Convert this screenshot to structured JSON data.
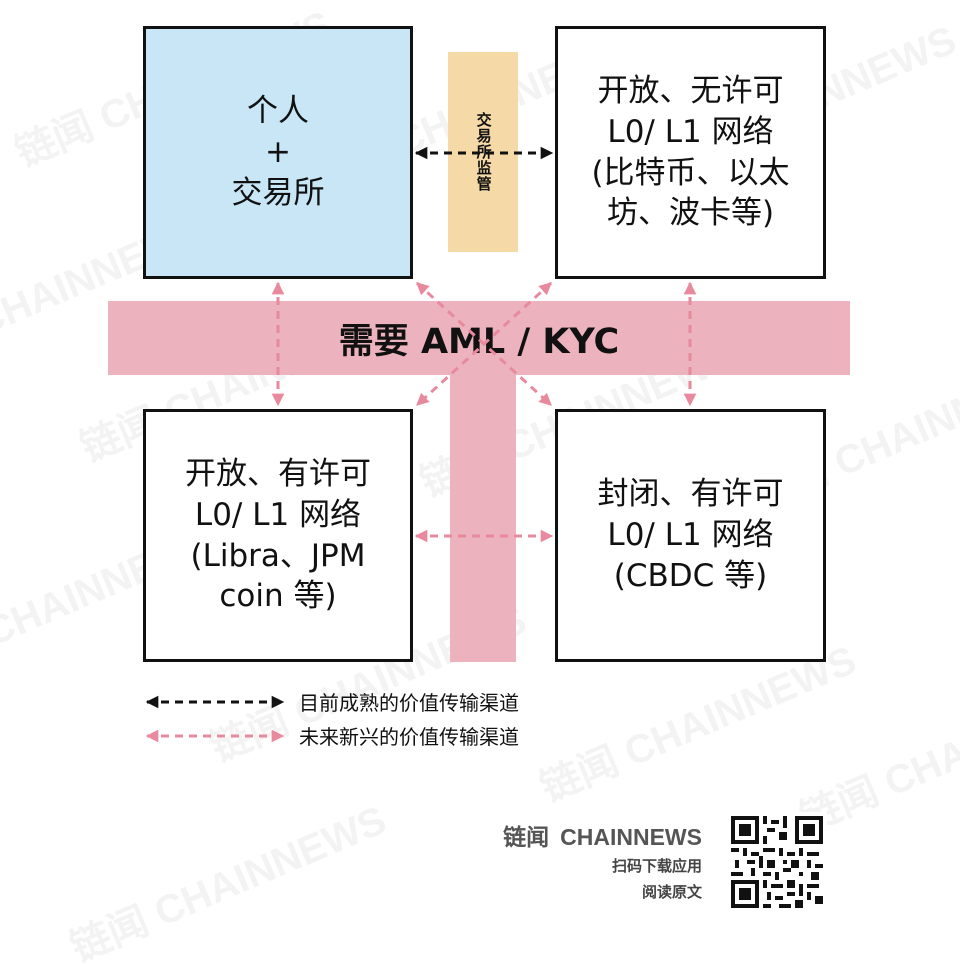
{
  "diagram": {
    "boxes": {
      "top_left": {
        "lines": [
          "个人",
          "+",
          "交易所"
        ]
      },
      "top_right": {
        "lines": [
          "开放、无许可",
          "L0/ L1 网络",
          "(比特币、以太",
          "坊、波卡等)"
        ]
      },
      "bottom_left": {
        "lines": [
          "开放、有许可",
          "L0/ L1 网络",
          "(Libra、JPM",
          "coin 等)"
        ]
      },
      "bottom_right": {
        "lines": [
          "封闭、有许可",
          "L0/ L1 网络",
          "(CBDC 等)"
        ]
      }
    },
    "regulation_label": "交易所监管",
    "aml_label": "需要 AML / KYC",
    "colors": {
      "mature_channel": "#111111",
      "emerging_channel": "#e8899d",
      "band": "#ecb3be",
      "top_left_fill": "#c8e6f6",
      "regulation_fill": "#f5d9a6"
    }
  },
  "legend": {
    "mature": "目前成熟的价值传输渠道",
    "emerging": "未来新兴的价值传输渠道"
  },
  "footer": {
    "brand_cn": "链闻",
    "brand_en": "CHAINNEWS",
    "line1": "扫码下载应用",
    "line2": "阅读原文"
  },
  "watermark": "链闻 CHAINNEWS"
}
